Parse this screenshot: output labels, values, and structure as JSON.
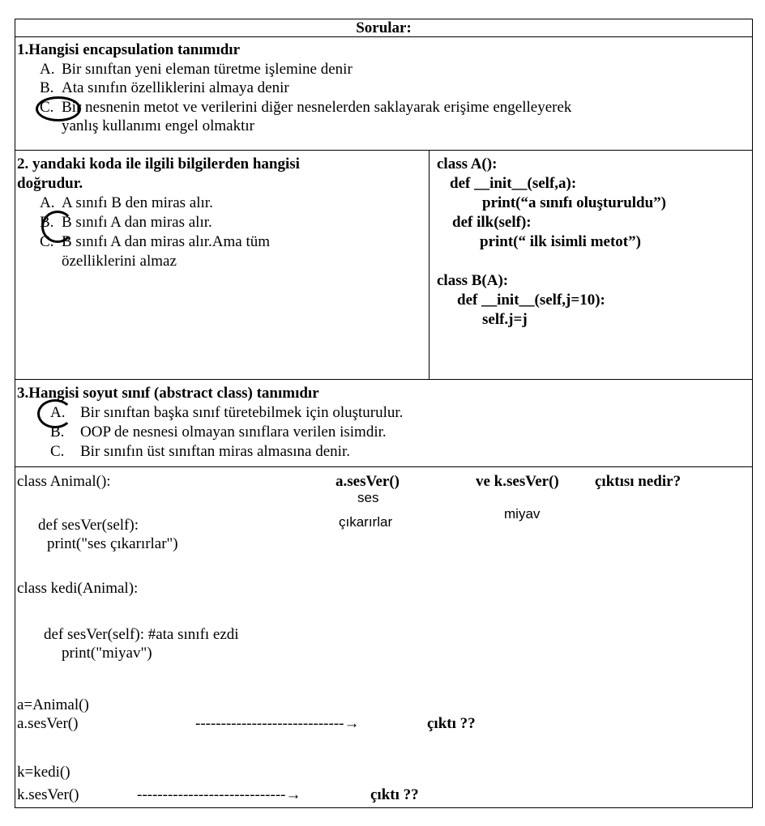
{
  "header": "Sorular:",
  "q1": {
    "title": "1.Hangisi encapsulation tanımıdır",
    "options": [
      {
        "letter": "A.",
        "text": "Bir sınıftan yeni eleman türetme işlemine denir"
      },
      {
        "letter": "B.",
        "text": "Ata sınıfın özelliklerini almaya denir"
      },
      {
        "letter": "C.",
        "text": "Bir nesnenin metot ve verilerini diğer nesnelerden saklayarak erişime engelleyerek"
      }
    ],
    "option_c_cont": "yanlış kullanımı engel olmaktır"
  },
  "q2": {
    "title_line1": "2. yandaki koda ile ilgili bilgilerden hangisi",
    "title_line2": "doğrudur.",
    "options": [
      {
        "letter": "A.",
        "text": "A sınıfı B den miras alır."
      },
      {
        "letter": "B.",
        "text": "B sınıfı A dan miras alır."
      },
      {
        "letter": "C.",
        "text": "B sınıfı A dan miras alır.Ama tüm"
      }
    ],
    "option_c_cont": "özelliklerini almaz",
    "code": [
      "class A():",
      "def __init__(self,a):",
      "print(“a sınıfı oluşturuldu”)",
      "def  ilk(self):",
      "print(“ ilk isimli metot”)",
      "class B(A):",
      "def __init__(self,j=10):",
      "self.j=j"
    ]
  },
  "q3": {
    "title": "3.Hangisi soyut sınıf (abstract class) tanımıdır",
    "options": [
      {
        "letter": "A.",
        "text": "Bir sınıftan başka sınıf türetebilmek için oluşturulur."
      },
      {
        "letter": "B.",
        "text": "OOP de nesnesi olmayan sınıflara verilen isimdir."
      },
      {
        "letter": "C.",
        "text": "Bir sınıfın üst sınıftan miras almasına denir."
      }
    ]
  },
  "q4": {
    "code": [
      "class Animal():",
      "def sesVer(self):",
      "print(\"ses çıkarırlar\")",
      "class kedi(Animal):",
      "def sesVer(self):  #ata sınıfı ezdi",
      "print(\"miyav\")",
      "a=Animal()",
      "a.sesVer()",
      "k=kedi()",
      "k.sesVer()"
    ],
    "question_a": "a.sesVer()",
    "question_k": "ve k.sesVer()",
    "question_tail": "çıktısı nedir?",
    "answer_a_line1": "ses",
    "answer_a_line2": "çıkarırlar",
    "answer_k": "miyav",
    "arrow1": "-----------------------------→",
    "arrow2": "-----------------------------→",
    "output_label": "çıktı ??"
  }
}
